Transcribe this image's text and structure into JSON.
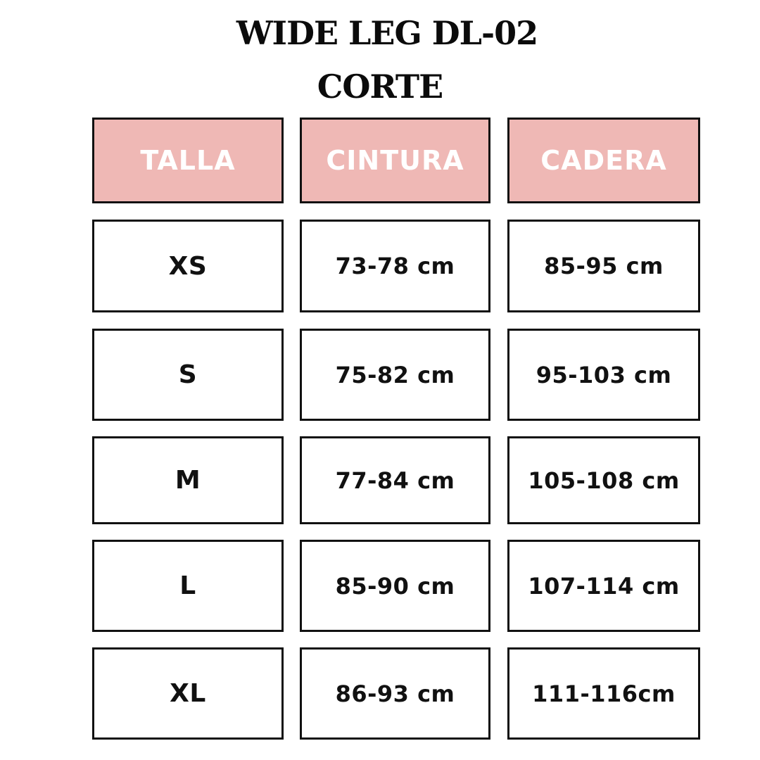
{
  "title": {
    "line1": "WIDE LEG DL-02",
    "line2": "CORTE"
  },
  "colors": {
    "header_background": "#efb8b5",
    "header_text": "#ffffff",
    "border": "#111111"
  },
  "table": {
    "headers": [
      "TALLA",
      "CINTURA",
      "CADERA"
    ],
    "rows": [
      [
        "XS",
        "73-78 cm",
        "85-95 cm"
      ],
      [
        "S",
        "75-82 cm",
        "95-103 cm"
      ],
      [
        "M",
        "77-84 cm",
        "105-108 cm"
      ],
      [
        "L",
        "85-90 cm",
        "107-114 cm"
      ],
      [
        "XL",
        "86-93 cm",
        "111-116cm"
      ]
    ]
  }
}
